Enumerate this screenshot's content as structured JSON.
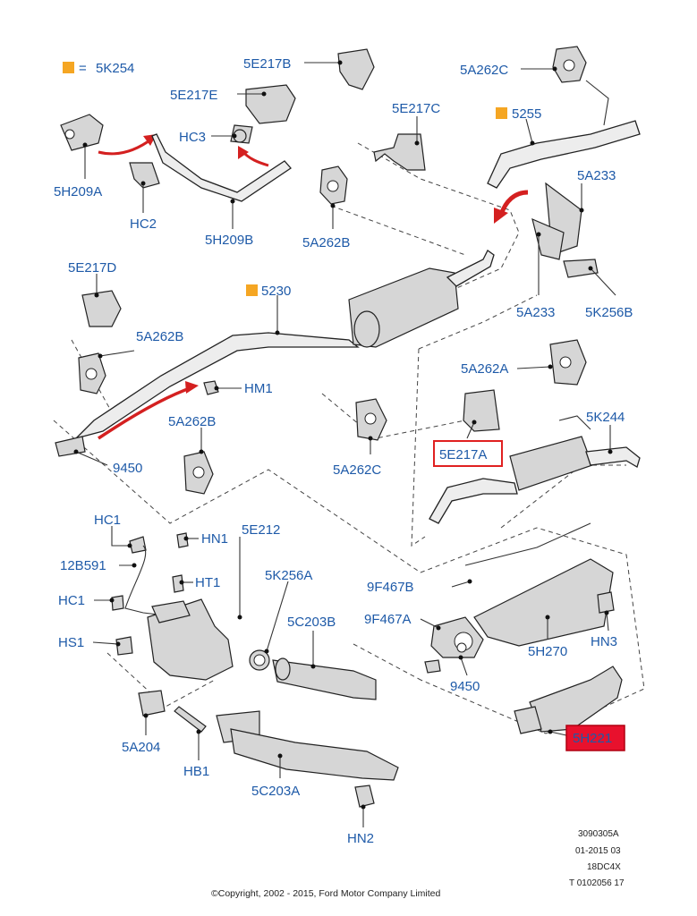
{
  "legend": {
    "symbol_color": "#f5a623",
    "equals": "=",
    "code": "5K254"
  },
  "labels": {
    "l_5E217B": "5E217B",
    "l_5E217E": "5E217E",
    "l_HC3": "HC3",
    "l_5H209A": "5H209A",
    "l_HC2": "HC2",
    "l_5H209B": "5H209B",
    "l_5E217C": "5E217C",
    "l_5A262B_top": "5A262B",
    "l_5A262C_top": "5A262C",
    "l_5255": "5255",
    "l_5A233_top": "5A233",
    "l_5A233_bot": "5A233",
    "l_5K256B": "5K256B",
    "l_5E217D": "5E217D",
    "l_5230": "5230",
    "l_5A262B_mid": "5A262B",
    "l_HM1": "HM1",
    "l_5A262B_low": "5A262B",
    "l_9450_left": "9450",
    "l_5A262C_mid": "5A262C",
    "l_5A262A": "5A262A",
    "l_5E217A": "5E217A",
    "l_5K244": "5K244",
    "l_HC1_top": "HC1",
    "l_HN1": "HN1",
    "l_5E212": "5E212",
    "l_12B591": "12B591",
    "l_HT1": "HT1",
    "l_5K256A": "5K256A",
    "l_HC1_mid": "HC1",
    "l_5C203B": "5C203B",
    "l_9F467B": "9F467B",
    "l_9F467A": "9F467A",
    "l_HS1": "HS1",
    "l_5H270": "5H270",
    "l_HN3": "HN3",
    "l_9450_right": "9450",
    "l_5H221": "5H221",
    "l_5A204": "5A204",
    "l_HB1": "HB1",
    "l_5C203A": "5C203A",
    "l_HN2": "HN2"
  },
  "colors": {
    "label": "#1e5aa8",
    "highlight_box": "#e02020",
    "highlight_fill": "#e8112d",
    "arrow": "#d42020",
    "marker": "#f5a623"
  },
  "meta": {
    "line1": "3090305A",
    "line2": "01-2015 03",
    "line3": "18DC4X",
    "line4": "T 0102056 17"
  },
  "copyright": "©Copyright, 2002 - 2015, Ford Motor Company Limited"
}
